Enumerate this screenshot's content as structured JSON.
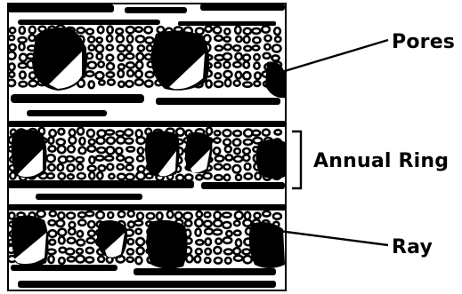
{
  "labels": {
    "pores": "Pores",
    "annual_ring": "Annual Ring",
    "ray": "Ray"
  },
  "colors": {
    "ink": "#000000",
    "paper": "#ffffff"
  }
}
